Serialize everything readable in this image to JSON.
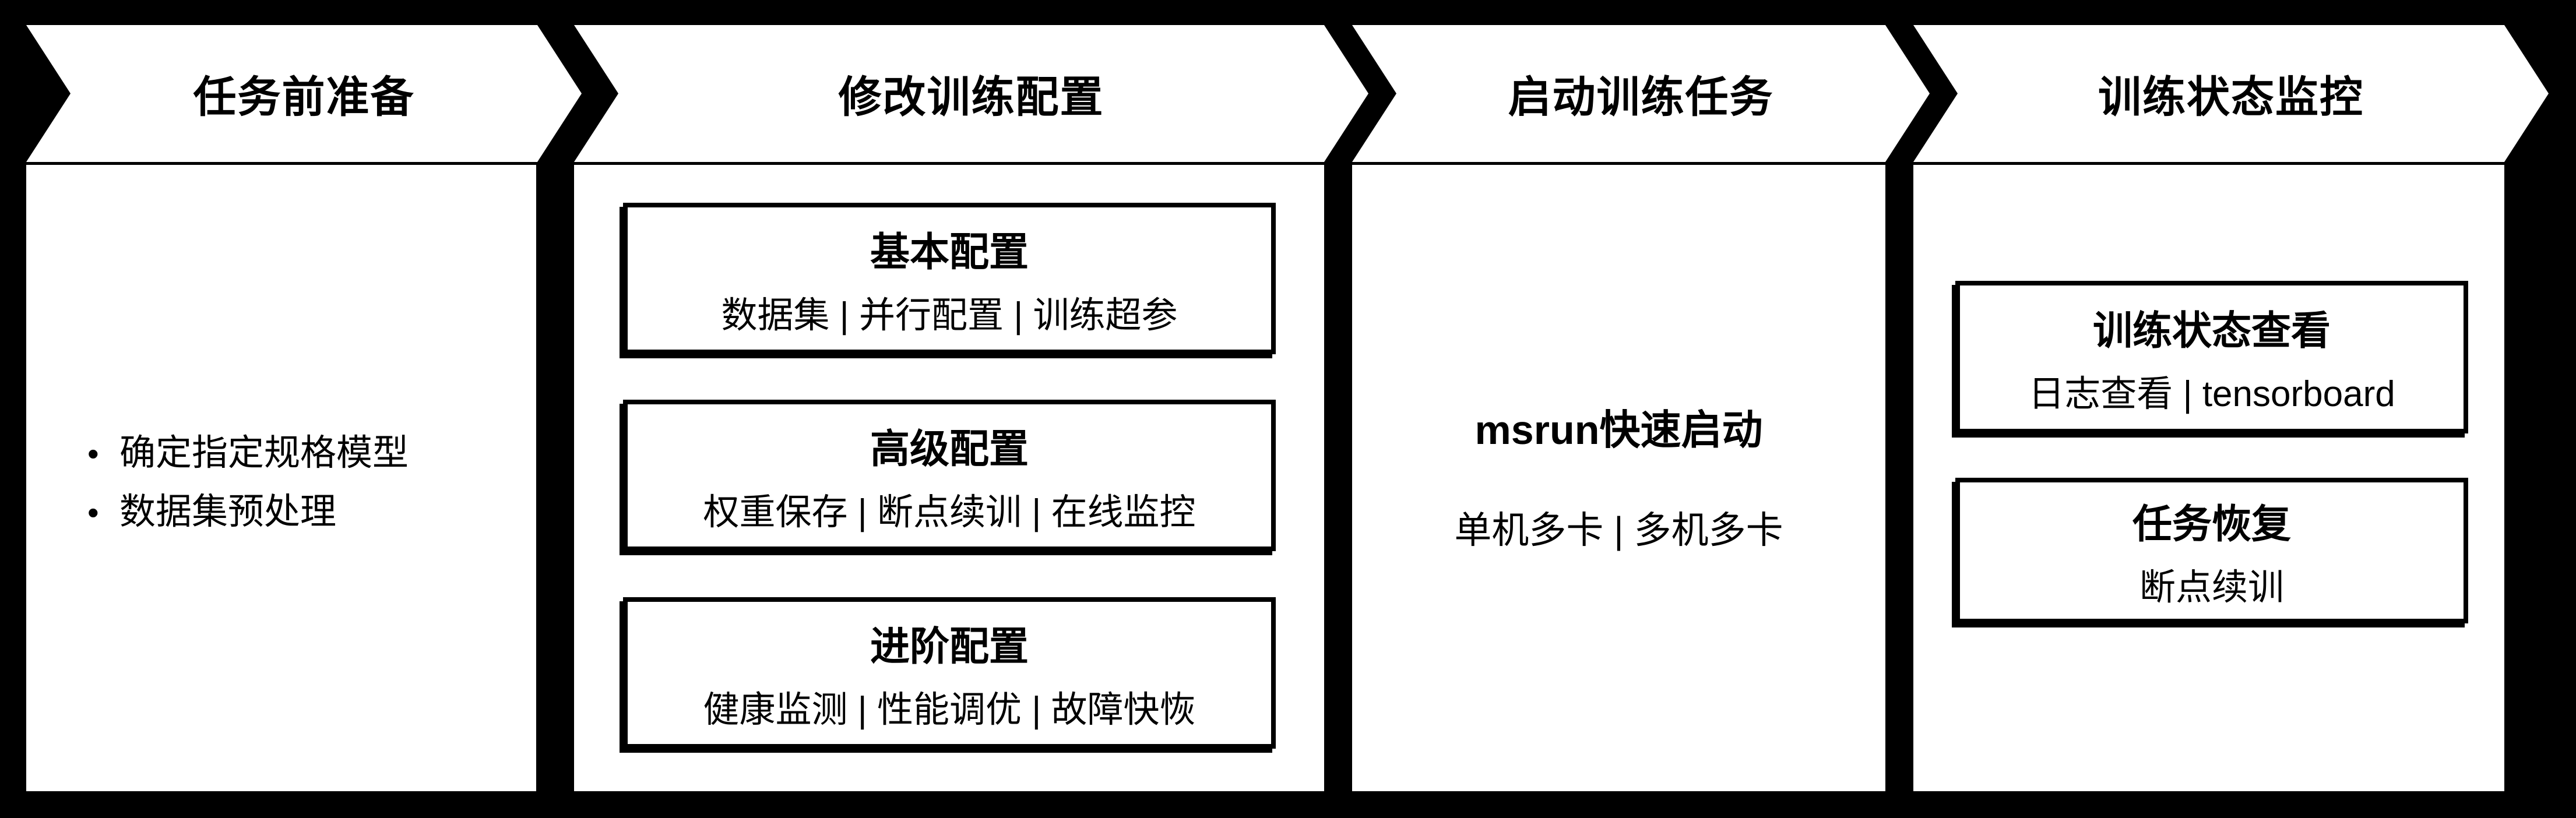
{
  "colors": {
    "background": "#000000",
    "panel": "#ffffff",
    "ink": "#000000"
  },
  "stages": [
    {
      "title": "任务前准备",
      "bullet_marker": "•",
      "bullets": [
        "确定指定规格模型",
        "数据集预处理"
      ]
    },
    {
      "title": "修改训练配置",
      "cards": [
        {
          "title": "基本配置",
          "subtitle": "数据集 | 并行配置 | 训练超参"
        },
        {
          "title": "高级配置",
          "subtitle": "权重保存 | 断点续训 | 在线监控"
        },
        {
          "title": "进阶配置",
          "subtitle": "健康监测 | 性能调优 | 故障快恢"
        }
      ]
    },
    {
      "title": "启动训练任务",
      "heading": "msrun快速启动",
      "subline": "单机多卡 | 多机多卡"
    },
    {
      "title": "训练状态监控",
      "cards": [
        {
          "title": "训练状态查看",
          "subtitle": "日志查看 | tensorboard"
        },
        {
          "title": "任务恢复",
          "subtitle": "断点续训"
        }
      ]
    }
  ]
}
